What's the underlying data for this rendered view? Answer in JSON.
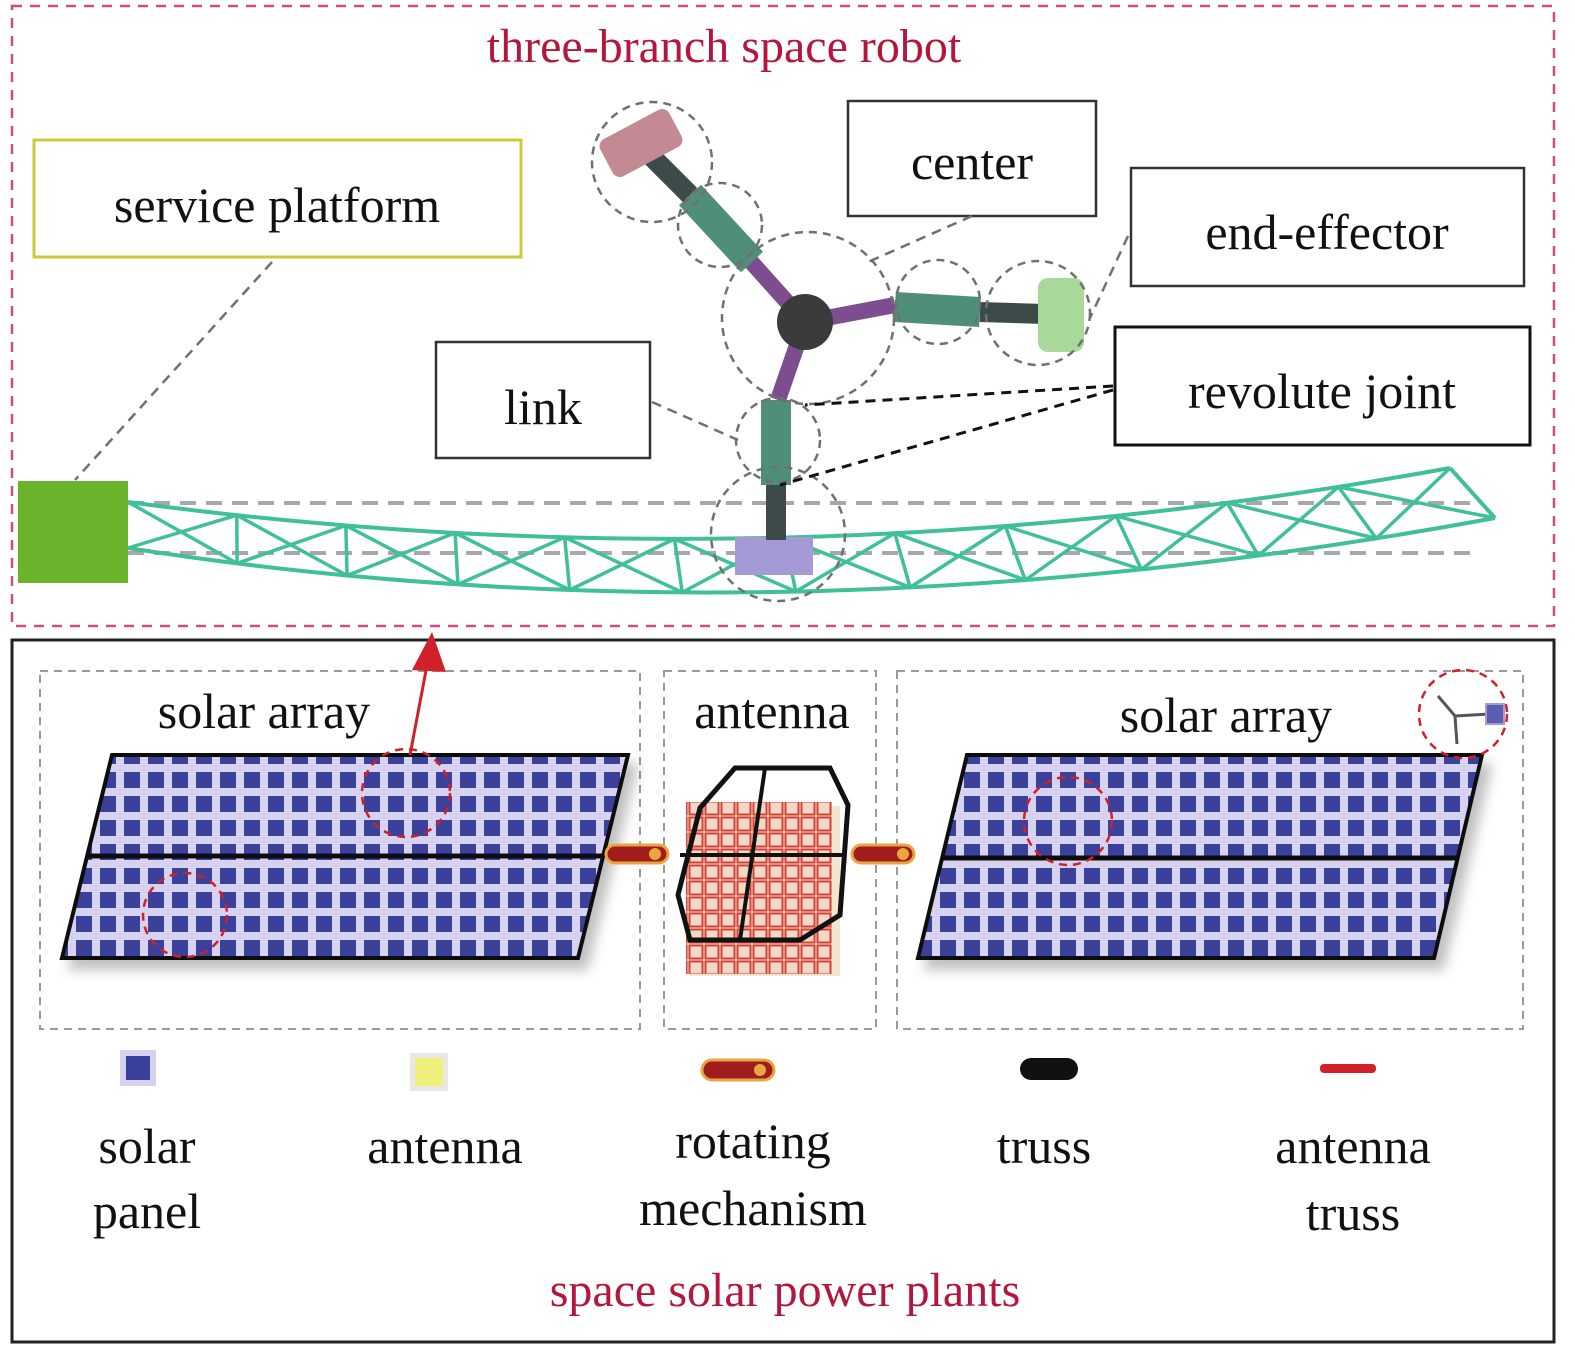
{
  "top": {
    "title": "three-branch space robot",
    "labels": {
      "service_platform": "service platform",
      "center": "center",
      "end_effector": "end-effector",
      "link": "link",
      "revolute_joint": "revolute joint"
    }
  },
  "bottom": {
    "title": "space solar power plants",
    "panels": {
      "left": "solar array",
      "middle": "antenna",
      "right": "solar array"
    },
    "legend": {
      "solar_panel_1": "solar",
      "solar_panel_2": "panel",
      "antenna": "antenna",
      "rotating_1": "rotating",
      "rotating_2": "mechanism",
      "truss": "truss",
      "antenna_truss_1": "antenna",
      "antenna_truss_2": "truss"
    }
  },
  "colors": {
    "title_red": "#b5163c",
    "frame_pink": "#d94a7a",
    "truss_green": "#3fbf9a",
    "platform_green": "#6ab42c",
    "link_green": "#4f8f7a",
    "link_purple": "#7d4d8f",
    "hub_dark": "#3b3b3b",
    "end_effector_green": "#a8d99a",
    "end_effector_pink": "#c48a94",
    "base_lavender": "#a59ad6",
    "cell_blue": "#3a3f9a",
    "cell_border": "#d7d2f0",
    "antenna_red": "#d4453a",
    "legend_yellow": "#eef07a",
    "arrow_red": "#d0202a"
  },
  "icons": [
    "solar-panel-icon",
    "antenna-icon",
    "rotating-mechanism-icon",
    "truss-icon",
    "antenna-truss-icon"
  ]
}
